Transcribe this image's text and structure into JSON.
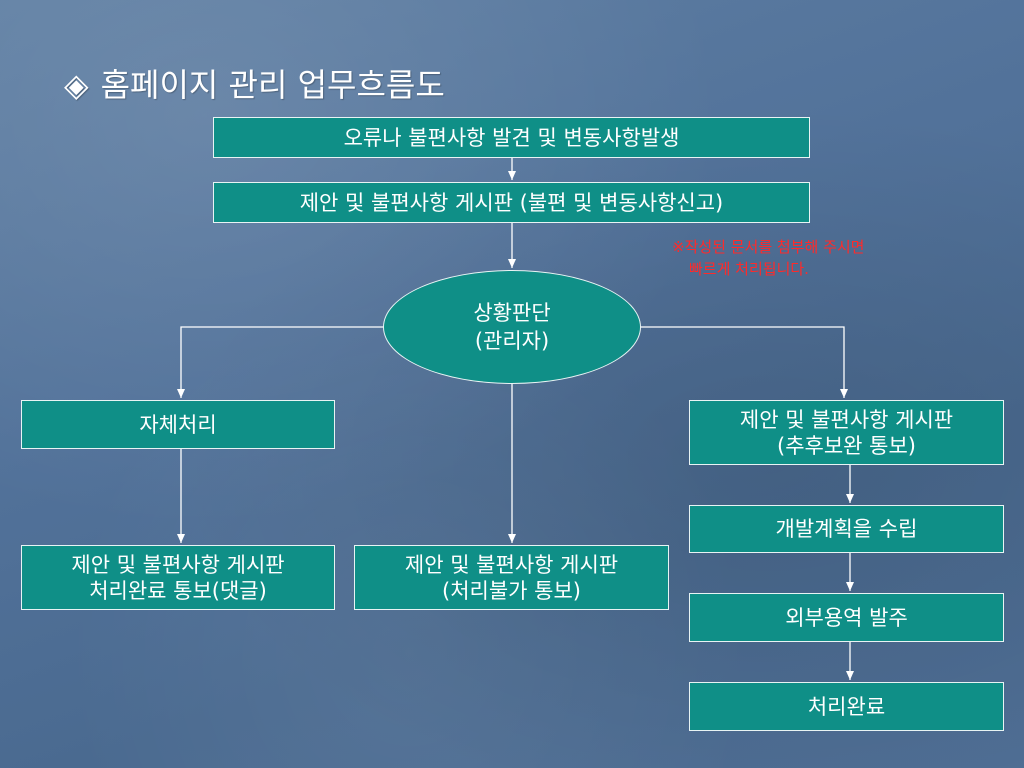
{
  "title": {
    "bullet": "◈",
    "text": "홈페이지 관리 업무흐름도"
  },
  "nodes": {
    "report": {
      "line1": "오류나 불편사항 발견 및 변동사항발생"
    },
    "board_report": {
      "line1": "제안 및 불편사항 게시판 (불편 및 변동사항신고)"
    },
    "judgement": {
      "line1": "상황판단",
      "line2": "(관리자)"
    },
    "self_process": {
      "line1": "자체처리"
    },
    "board_followup": {
      "line1": "제안 및 불편사항 게시판",
      "line2": "(추후보완 통보)"
    },
    "board_done_comment": {
      "line1": "제안 및 불편사항 게시판",
      "line2": "처리완료 통보(댓글)"
    },
    "board_impossible": {
      "line1": "제안 및 불편사항 게시판",
      "line2": "(처리불가 통보)"
    },
    "dev_plan": {
      "line1": "개발계획을 수립"
    },
    "outsourcing": {
      "line1": "외부용역 발주"
    },
    "completed": {
      "line1": "처리완료"
    }
  },
  "note": {
    "line1": "※작성된 문서를 첨부해 주시면",
    "line2": "빠르게 처리됩니다."
  },
  "colors": {
    "box_fill": "#0f8f87",
    "box_border": "#e8f4f4",
    "note_text": "#ff2a2a",
    "connector": "#ffffff"
  }
}
